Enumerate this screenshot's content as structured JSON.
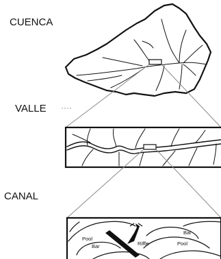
{
  "levels": {
    "cuenca": "CUENCA",
    "valle": "VALLE",
    "canal": "CANAL"
  },
  "channel_features": {
    "pool_left": "Pool",
    "bar_left": "Bar",
    "riffle": "Riffle",
    "bar_right": "Bar",
    "pool_right": "Pool"
  },
  "colors": {
    "ink": "#111111",
    "background": "#ffffff",
    "connector": "#8a8a8a"
  }
}
